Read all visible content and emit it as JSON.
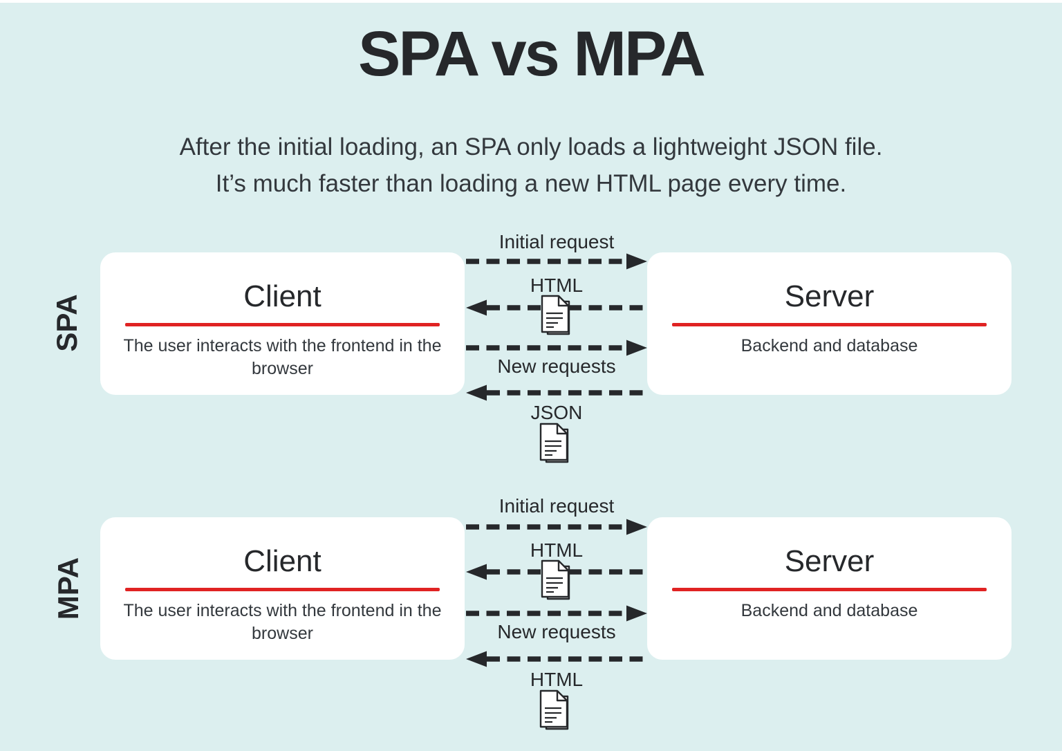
{
  "page": {
    "title": "SPA vs MPA",
    "subtitle_line1": "After the initial loading, an SPA only loads a lightweight JSON file.",
    "subtitle_line2": "It’s much faster than loading a new HTML page every time."
  },
  "colors": {
    "background": "#dcefef",
    "card": "#ffffff",
    "heading": "#26282b",
    "body": "#33383d",
    "accent_red": "#e02323",
    "arrow": "#26282b"
  },
  "sections": [
    {
      "label": "SPA",
      "client": {
        "title": "Client",
        "description": "The user interacts with the frontend in the browser"
      },
      "server": {
        "title": "Server",
        "description": "Backend and database"
      },
      "flows": [
        {
          "label": "Initial request",
          "direction": "client-to-server"
        },
        {
          "label": "HTML",
          "direction": "server-to-client",
          "icon": "document-icon"
        },
        {
          "label": "New requests",
          "direction": "client-to-server"
        },
        {
          "label": "JSON",
          "direction": "server-to-client",
          "icon": "document-icon"
        }
      ]
    },
    {
      "label": "MPA",
      "client": {
        "title": "Client",
        "description": "The user interacts with the frontend in the browser"
      },
      "server": {
        "title": "Server",
        "description": "Backend and database"
      },
      "flows": [
        {
          "label": "Initial request",
          "direction": "client-to-server"
        },
        {
          "label": "HTML",
          "direction": "server-to-client",
          "icon": "document-icon"
        },
        {
          "label": "New requests",
          "direction": "client-to-server"
        },
        {
          "label": "HTML",
          "direction": "server-to-client",
          "icon": "document-icon"
        }
      ]
    }
  ]
}
